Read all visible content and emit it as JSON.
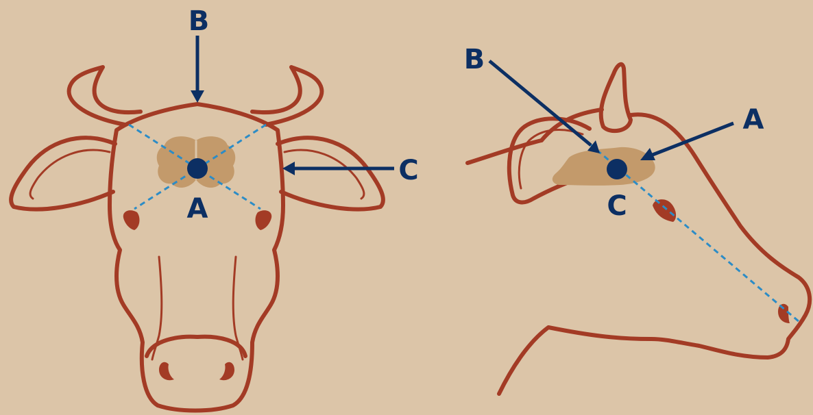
{
  "colors": {
    "background": "#dcc5a8",
    "outline": "#a33b25",
    "brain": "#c39a6b",
    "marker": "#0c2f63",
    "guide": "#2c8cc6"
  },
  "front_view": {
    "label_a": "A",
    "label_b": "B",
    "label_c": "C"
  },
  "side_view": {
    "label_a": "A",
    "label_b": "B",
    "label_c": "C"
  }
}
